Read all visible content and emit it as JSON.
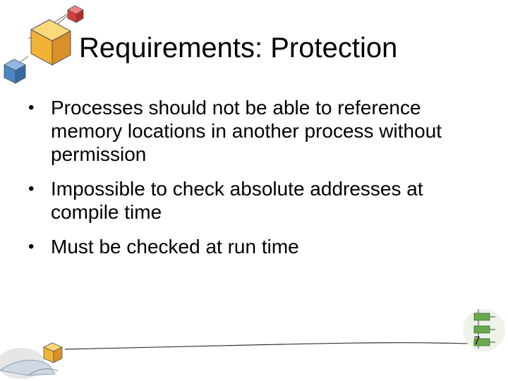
{
  "slide": {
    "title": "Requirements: Protection",
    "bullet_symbol": "•",
    "bullets": [
      "Processes should not be able to reference memory locations in another process without permission",
      "Impossible to check absolute addresses at compile time",
      "Must be checked at run time"
    ],
    "page_number": "7"
  },
  "icons": {
    "top_left": "stacked-cubes-icon",
    "bottom_left": "hand-holding-cube-icon",
    "bottom_right": "flowchart-blocks-icon"
  },
  "colors": {
    "text": "#000000",
    "background": "#ffffff",
    "cube_yellow": "#f2b233",
    "cube_red": "#d93b3b",
    "cube_blue": "#4a86c8",
    "flow_green": "#6aa84f"
  }
}
